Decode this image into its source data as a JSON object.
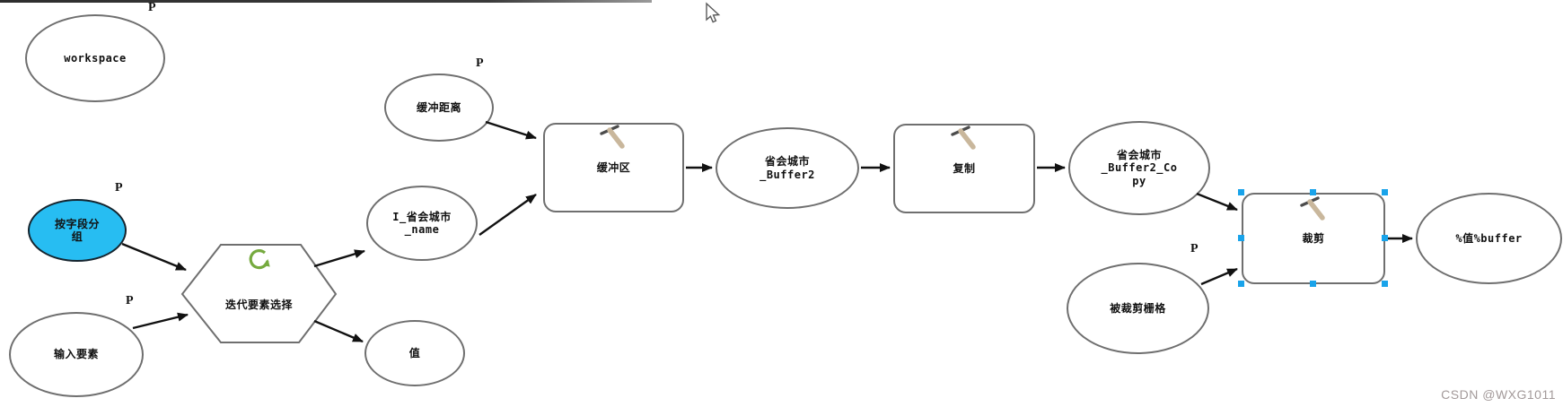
{
  "diagram": {
    "type": "modelbuilder-flowchart",
    "param_tag": "P",
    "nodes": {
      "workspace": {
        "label": "workspace",
        "shape": "ellipse",
        "role": "variable",
        "has_param": true
      },
      "group_by_field": {
        "label": "按字段分\n组",
        "shape": "ellipse",
        "role": "variable",
        "has_param": true,
        "fill": "#27bdf2"
      },
      "input_features": {
        "label": "输入要素",
        "shape": "ellipse",
        "role": "variable",
        "has_param": true
      },
      "iterator": {
        "label": "迭代要素选择",
        "shape": "hexagon",
        "role": "iterator",
        "icon": "loop-icon"
      },
      "selected_name": {
        "label": "I_省会城市\n_name",
        "shape": "ellipse",
        "role": "derived-data"
      },
      "value": {
        "label": "值",
        "shape": "ellipse",
        "role": "derived-data"
      },
      "buffer_distance": {
        "label": "缓冲距离",
        "shape": "ellipse",
        "role": "variable",
        "has_param": true
      },
      "buffer_tool": {
        "label": "缓冲区",
        "shape": "rect",
        "role": "tool",
        "icon": "hammer-icon"
      },
      "buffer_output": {
        "label": "省会城市\n_Buffer2",
        "shape": "ellipse",
        "role": "derived-data"
      },
      "copy_tool": {
        "label": "复制",
        "shape": "rect",
        "role": "tool",
        "icon": "hammer-icon"
      },
      "copy_output": {
        "label": "省会城市\n_Buffer2_Co\npy",
        "shape": "ellipse",
        "role": "derived-data"
      },
      "clip_tool": {
        "label": "裁剪",
        "shape": "rect",
        "role": "tool",
        "icon": "hammer-icon",
        "selected": true
      },
      "clip_raster": {
        "label": "被裁剪栅格",
        "shape": "ellipse",
        "role": "variable",
        "has_param": true
      },
      "final_output": {
        "label": "%值%buffer",
        "shape": "ellipse",
        "role": "derived-data"
      }
    },
    "connections": [
      "group_by_field→iterator",
      "input_features→iterator",
      "iterator→selected_name",
      "iterator→value",
      "buffer_distance→buffer_tool",
      "selected_name→buffer_tool",
      "buffer_tool→buffer_output",
      "buffer_output→copy_tool",
      "copy_tool→copy_output",
      "copy_output→clip_tool",
      "clip_raster→clip_tool",
      "clip_tool→final_output"
    ],
    "colors": {
      "node_border": "#6f6f6f",
      "parameter_fill": "#27bdf2",
      "selection_handle": "#19a3ea",
      "iterator_loop": "#76aa3f",
      "connector": "#111111"
    }
  },
  "watermark": {
    "text": "CSDN @WXG1011"
  }
}
